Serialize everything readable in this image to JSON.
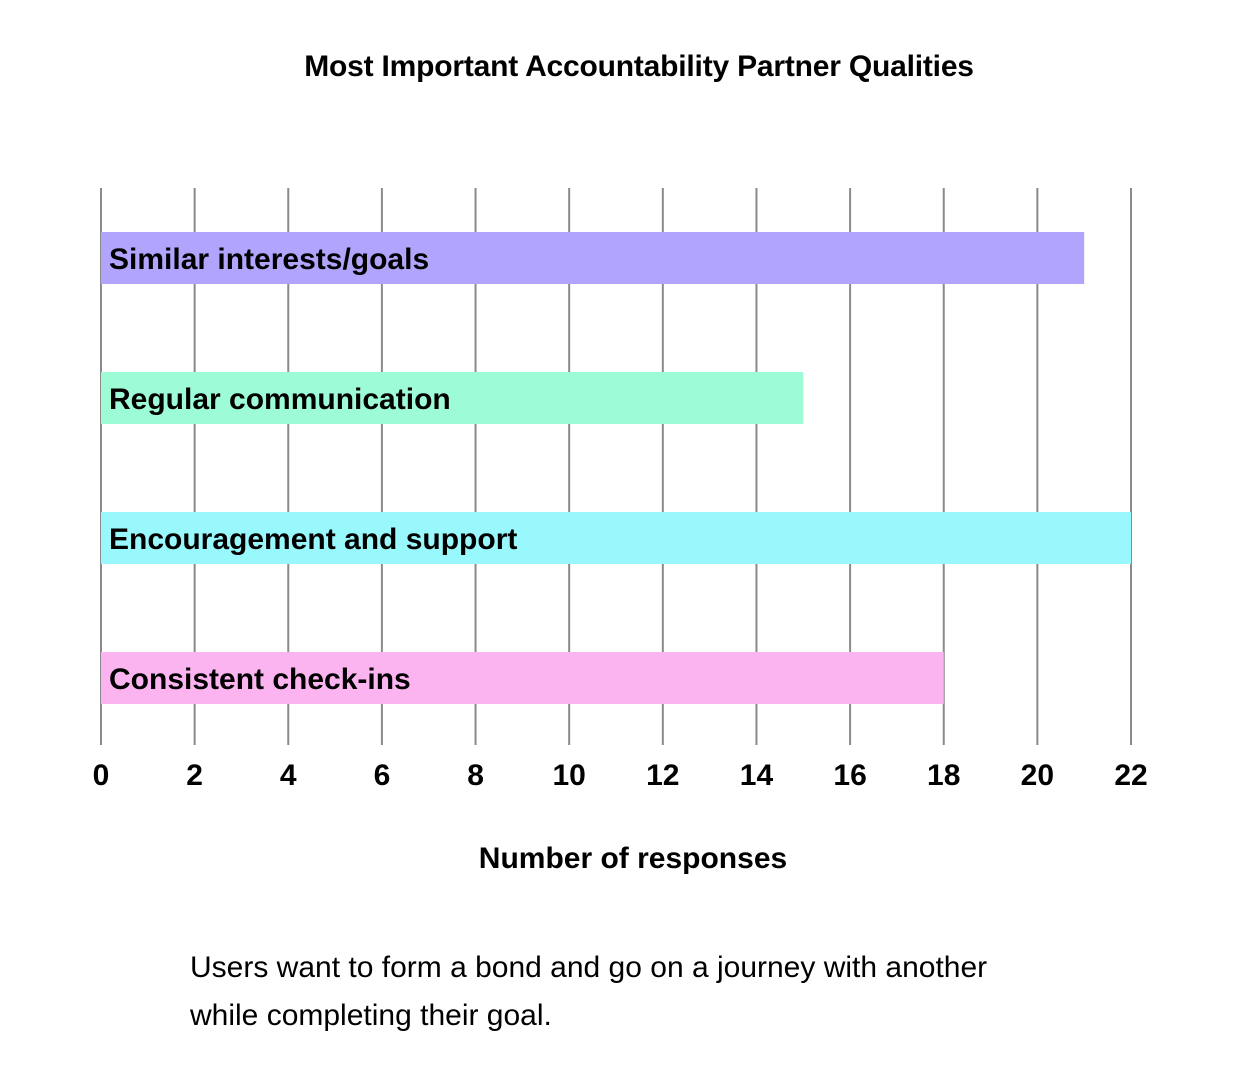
{
  "chart_data": {
    "type": "bar",
    "orientation": "horizontal",
    "title": "Most Important Accountability Partner Qualities",
    "xlabel": "Number of responses",
    "ylabel": "",
    "categories": [
      "Similar interests/goals",
      "Regular communication",
      "Encouragement and support",
      "Consistent check-ins"
    ],
    "values": [
      21,
      15,
      22,
      18
    ],
    "colors": [
      "#b0a4fc",
      "#9dfcd5",
      "#98f8fc",
      "#fcb4f0"
    ],
    "xlim": [
      0,
      22
    ],
    "xticks": [
      "0",
      "2",
      "4",
      "6",
      "8",
      "10",
      "12",
      "14",
      "16",
      "18",
      "20",
      "22"
    ],
    "grid": true,
    "legend": "none",
    "labels_inside_bars": true
  },
  "caption": {
    "line1": "Users want to form a bond and go on a journey with another",
    "line2": "while completing their goal."
  }
}
